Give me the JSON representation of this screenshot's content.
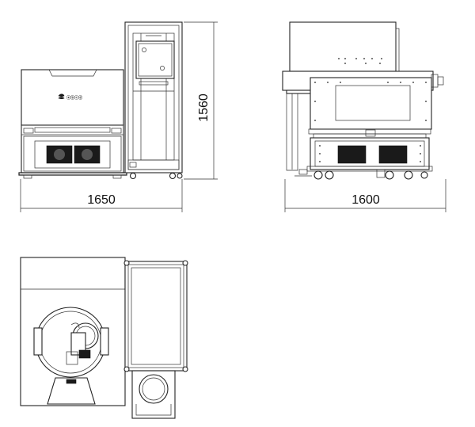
{
  "dimensions": {
    "front_width": "1650",
    "height": "1560",
    "side_width": "1600"
  },
  "logo_text": "ⓐⓑⓒⓓ",
  "colors": {
    "line": "#222222",
    "background": "#ffffff",
    "vent": "#1a1a1a"
  }
}
